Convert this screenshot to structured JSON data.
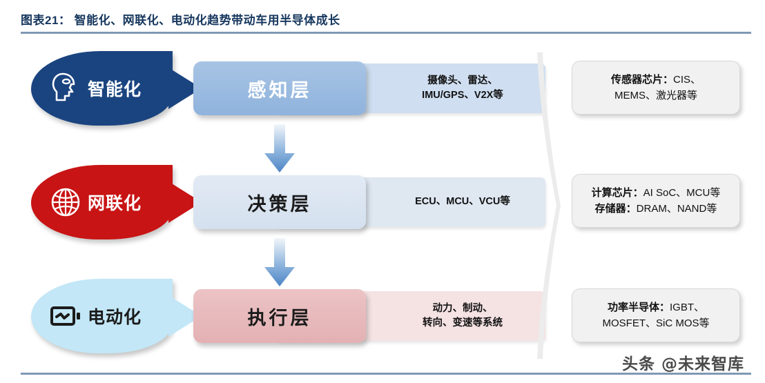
{
  "header": {
    "title": "图表21： 智能化、网联化、电动化趋势带动车用半导体成长"
  },
  "trends": [
    {
      "id": "intelligent",
      "label": "智能化",
      "icon": "head-profile-icon",
      "color": "#1a4480",
      "text_color": "#ffffff"
    },
    {
      "id": "connected",
      "label": "网联化",
      "icon": "globe-icon",
      "color": "#c81414",
      "text_color": "#ffffff"
    },
    {
      "id": "electric",
      "label": "电动化",
      "icon": "battery-icon",
      "color": "#c3e7f7",
      "text_color": "#1b1b1b"
    }
  ],
  "layers": [
    {
      "id": "perception",
      "name": "感知层",
      "components": "摄像头、雷达、\nIMU/GPS、V2X等",
      "color": "#8fb3dd",
      "ext_color": "#cfdef0"
    },
    {
      "id": "decision",
      "name": "决策层",
      "components": "ECU、MCU、VCU等",
      "color": "#d4e0ee",
      "ext_color": "#dfe7f1"
    },
    {
      "id": "execution",
      "name": "执行层",
      "components": "动力、制动、\n转向、变速等系统",
      "color": "#e3b1b4",
      "ext_color": "#f5e2e3"
    }
  ],
  "chips": [
    {
      "id": "sensor",
      "lines": [
        {
          "label": "传感器芯片：",
          "value": "CIS、"
        },
        {
          "label": "",
          "value": "MEMS、激光器等"
        }
      ],
      "plain": "传感器芯片：CIS、MEMS、激光器等"
    },
    {
      "id": "compute",
      "lines": [
        {
          "label": "计算芯片：",
          "value": "AI SoC、MCU等"
        },
        {
          "label": "存储器：",
          "value": "DRAM、NAND等"
        }
      ],
      "plain": "计算芯片：AI SoC、MCU等 存储器：DRAM、NAND等"
    },
    {
      "id": "power",
      "lines": [
        {
          "label": "功率半导体：",
          "value": "IGBT、"
        },
        {
          "label": "",
          "value": "MOSFET、SiC MOS等"
        }
      ],
      "plain": "功率半导体：IGBT、MOSFET、SiC MOS等"
    }
  ],
  "arrows": {
    "count": 2,
    "direction": "down",
    "color": "#4d85c6"
  },
  "watermark": {
    "text": "头条 @未来智库"
  },
  "theme": {
    "rule_color": "#8098b4",
    "title_color": "#17375e",
    "brace_color": "#e9e9e9"
  }
}
